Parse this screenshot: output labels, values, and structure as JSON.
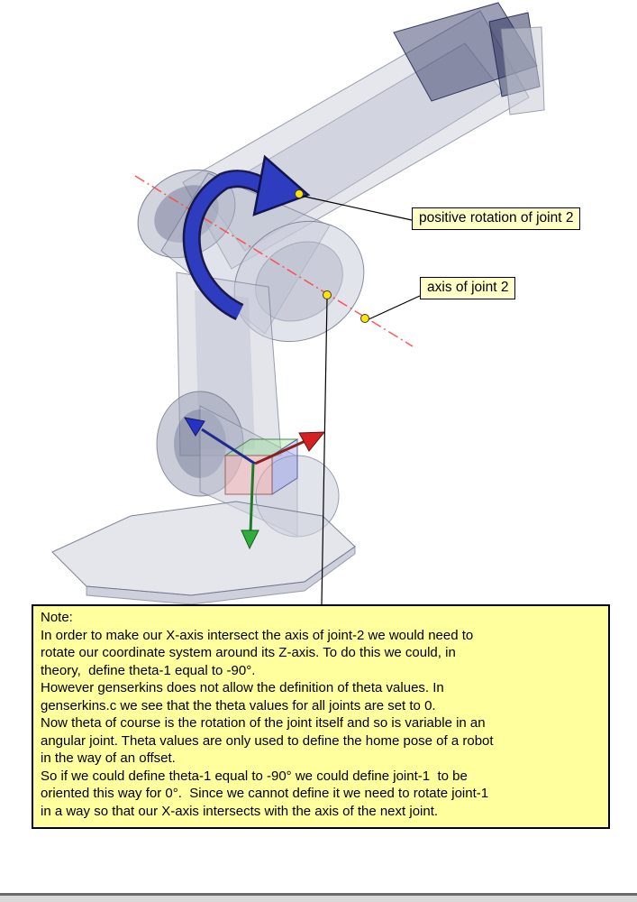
{
  "figure": {
    "callouts": {
      "positive_rotation": "positive rotation of joint 2",
      "axis_of_joint2": "axis of joint 2"
    },
    "note": {
      "text": "Note:\nIn order to make our X-axis intersect the axis of joint-2 we would need to\nrotate our coordinate system around its Z-axis. To do this we could, in\ntheory,  define theta-1 equal to -90°.\nHowever genserkins does not allow the definition of theta values. In\ngenserkins.c we see that the theta values for all joints are set to 0.\nNow theta of course is the rotation of the joint itself and so is variable in an\nangular joint. Theta values are only used to define the home pose of a robot\nin the way of an offset.\nSo if we could define theta-1 equal to -90° we could define joint-1  to be\noriented this way for 0°.  Since we cannot define it we need to rotate joint-1\nin a way so that our X-axis intersects with the axis of the next joint."
    }
  },
  "colors": {
    "note_bg": "#ffff9e",
    "callout_bg": "#ffffc6",
    "rotation_arrow_blue": "#2e3cc0",
    "axis_line_red": "#ff4545",
    "marker_yellow": "#ffe600",
    "x_axis_red": "#d42222",
    "y_axis_green": "#2fae3e",
    "z_axis_blue": "#2433c4",
    "robot_body_gray": "#c8ccd8",
    "end_effector_navy": "#3c4070"
  }
}
